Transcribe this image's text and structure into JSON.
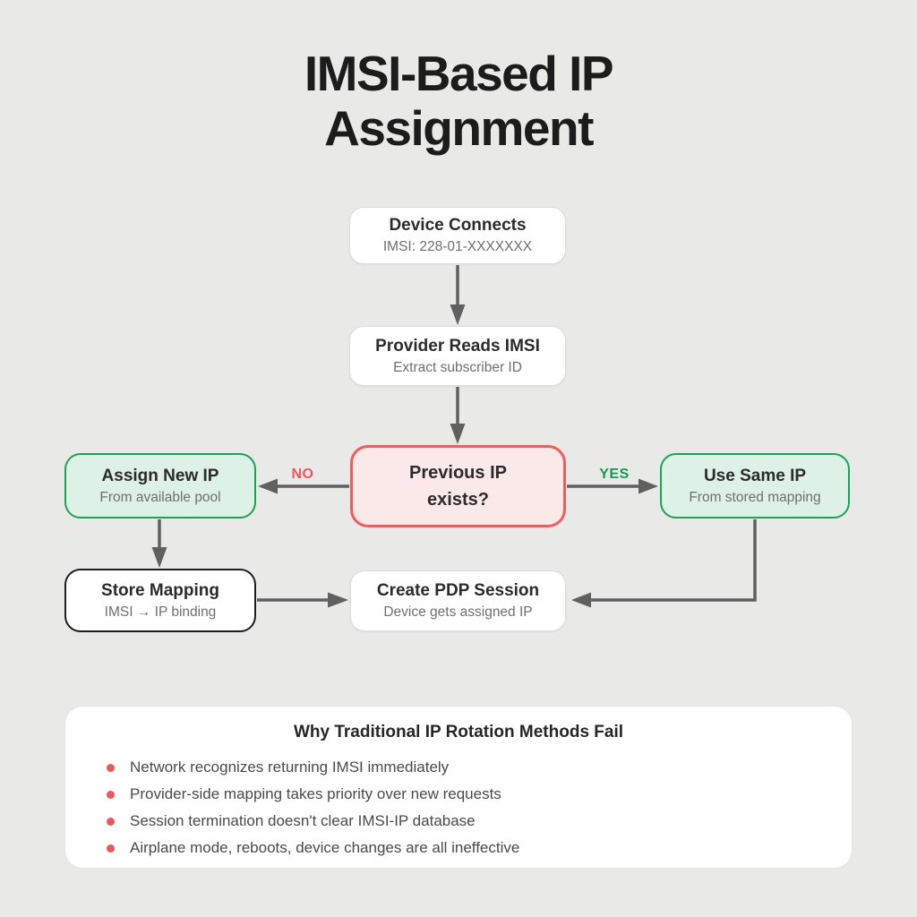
{
  "title": {
    "line1": "IMSI-Based IP",
    "line2": "Assignment"
  },
  "flowchart": {
    "nodes": {
      "device_connects": {
        "title": "Device Connects",
        "subtitle": "IMSI: 228-01-XXXXXXX"
      },
      "provider_reads": {
        "title": "Provider Reads IMSI",
        "subtitle": "Extract subscriber ID"
      },
      "decision": {
        "line1": "Previous IP",
        "line2": "exists?"
      },
      "assign_new_ip": {
        "title": "Assign New IP",
        "subtitle": "From available pool"
      },
      "use_same_ip": {
        "title": "Use Same IP",
        "subtitle": "From stored mapping"
      },
      "store_mapping": {
        "title": "Store Mapping",
        "subtitle": "IMSI → IP binding"
      },
      "create_pdp": {
        "title": "Create PDP Session",
        "subtitle": "Device gets assigned IP"
      }
    },
    "edge_labels": {
      "no": "NO",
      "yes": "YES"
    }
  },
  "panel": {
    "title": "Why Traditional IP Rotation Methods Fail",
    "bullets": [
      "Network recognizes returning IMSI immediately",
      "Provider-side mapping takes priority over new requests",
      "Session termination doesn't clear IMSI-IP database",
      "Airplane mode, reboots, device changes are all ineffective"
    ]
  },
  "colors": {
    "background": "#e9e9e7",
    "node_white_fill": "#ffffff",
    "node_white_border": "#dcdcdc",
    "decision_fill": "#fbe9e9",
    "decision_border": "#f45b5b",
    "green_fill": "#def1e6",
    "green_border": "#17a455",
    "dark_node_border": "#1d1d1d",
    "arrow": "#606060",
    "no_label": "#f4555a",
    "yes_label": "#149b50",
    "bullet_dot": "#f4555a",
    "title_text": "#1c1c1c"
  }
}
